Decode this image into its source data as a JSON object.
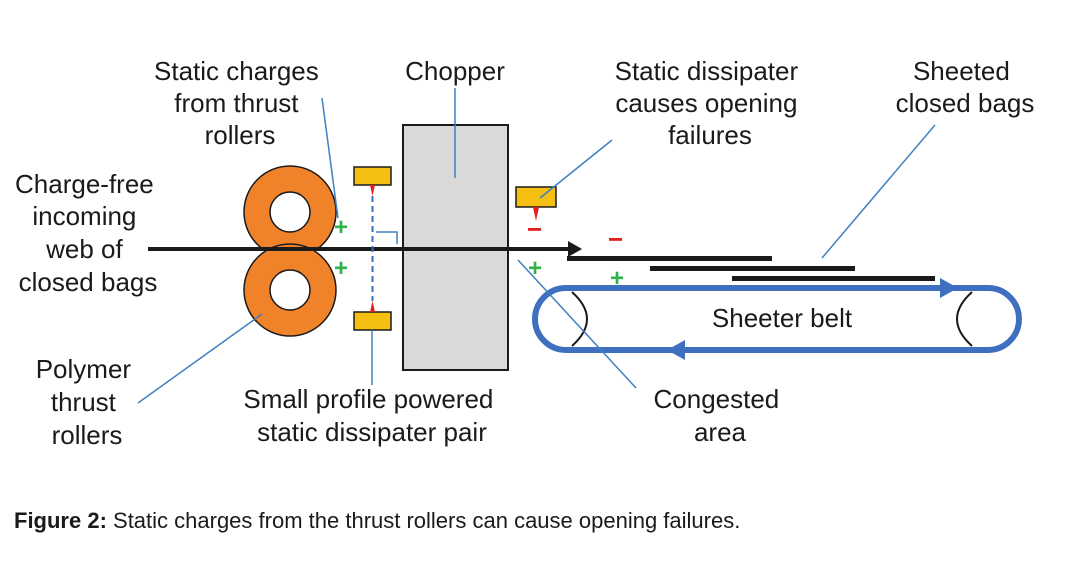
{
  "labels": {
    "static_charges": [
      "Static charges",
      "from thrust",
      "rollers"
    ],
    "chopper": "Chopper",
    "dissipater_fail": [
      "Static dissipater",
      "causes opening",
      "failures"
    ],
    "sheeted": [
      "Sheeted",
      "closed bags"
    ],
    "incoming": [
      "Charge-free",
      "incoming",
      "web of",
      "closed bags"
    ],
    "polymer": [
      "Polymer",
      "thrust",
      "rollers"
    ],
    "small_profile": [
      "Small profile powered",
      "static dissipater pair"
    ],
    "congested": [
      "Congested",
      "area"
    ],
    "sheeter_belt": "Sheeter belt"
  },
  "signs": {
    "plus": "+",
    "minus": "−"
  },
  "caption": {
    "prefix": "Figure 2:",
    "text": " Static charges from the thrust rollers can cause opening failures."
  },
  "colors": {
    "roller": "#f0822a",
    "belt": "#3f6fbf",
    "chopper": "#d9d9d9",
    "dissipater": "#f5c011",
    "positive": "#2fb24a",
    "negative": "#e0201c",
    "leader": "#3f80c0"
  }
}
